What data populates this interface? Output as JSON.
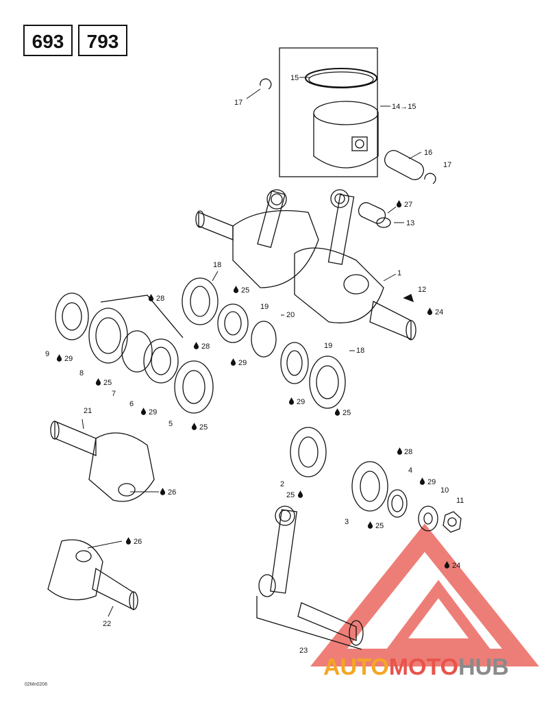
{
  "header": {
    "model_1": "693",
    "model_2": "793"
  },
  "callouts": {
    "c1": "1",
    "c2": "2",
    "c3": "3",
    "c4": "4",
    "c5": "5",
    "c6": "6",
    "c7": "7",
    "c8": "8",
    "c9": "9",
    "c10": "10",
    "c11": "11",
    "c12": "12",
    "c13": "13",
    "c14_15": "14→15",
    "c15": "15",
    "c16": "16",
    "c17a": "17",
    "c17b": "17",
    "c18a": "18",
    "c18b": "18",
    "c19a": "19",
    "c19b": "19",
    "c20": "20",
    "c21": "21",
    "c22": "22",
    "c23": "23",
    "c24a": "24",
    "c24b": "24",
    "c25a": "25",
    "c25b": "25",
    "c25c": "25",
    "c25d": "25",
    "c25e": "25",
    "c25f": "25",
    "c26a": "26",
    "c26b": "26",
    "c27": "27",
    "c28a": "28",
    "c28b": "28",
    "c28c": "28",
    "c29a": "29",
    "c29b": "29",
    "c29c": "29",
    "c29d": "29",
    "c29e": "29"
  },
  "footer": {
    "drawing_code": "02Mn0206"
  },
  "watermark": {
    "part_1": "AUTO",
    "part_2": "MOTO",
    "part_3": "HUB",
    "color_orange": "#f5a623",
    "color_red": "#e8534a",
    "color_gray": "#8a8a8a"
  }
}
